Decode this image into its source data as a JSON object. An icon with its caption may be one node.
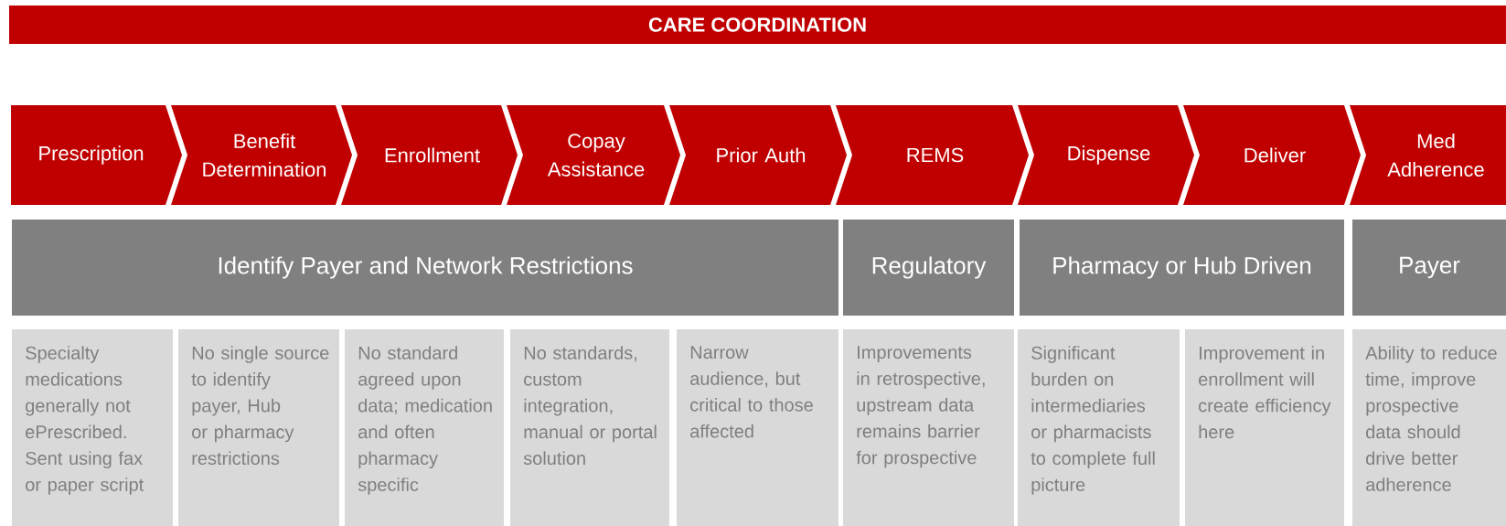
{
  "diagram": {
    "title": "CARE COORDINATION",
    "nodes": [
      {
        "text": [
          "Prescription"
        ]
      },
      {
        "text": [
          "Benefit Determination"
        ]
      },
      {
        "text": [
          "Enrollment"
        ]
      },
      {
        "text": [
          "Copay Assistance"
        ]
      },
      {
        "text": [
          "Prior Auth"
        ]
      },
      {
        "text": [
          "REMS"
        ]
      },
      {
        "text": [
          "Dispense"
        ]
      },
      {
        "text": [
          "Deliver"
        ]
      },
      {
        "text": [
          "Med Adherence"
        ]
      },
      {
        "text": [
          "Identify Payer and Network Restrictions"
        ]
      },
      {
        "text": [
          "Regulatory"
        ]
      },
      {
        "text": [
          "Pharmacy or Hub Driven"
        ]
      },
      {
        "text": [
          "Payer"
        ]
      },
      {
        "text": [
          "Specialty medications generally not ePrescribed. Sent using fax or paper script"
        ]
      },
      {
        "text": [
          "No single source to identify payer, Hub or pharmacy restrictions"
        ]
      },
      {
        "text": [
          "No standard agreed upon data; medication and often pharmacy specific"
        ]
      },
      {
        "text": [
          "No standards, custom integration, manual or portal solution"
        ]
      },
      {
        "text": [
          "Narrow audience, but critical to those affected"
        ]
      },
      {
        "text": [
          "Improvements in retrospective, upstream data remains barrier for prospective"
        ]
      },
      {
        "text": [
          "Significant burden on intermediaries or pharmacists to complete full picture"
        ]
      },
      {
        "text": [
          "Improvement in enrollment will create efficiency here"
        ]
      },
      {
        "text": [
          "Ability to reduce time, improve prospective data should drive better adherence"
        ]
      }
    ],
    "edges": []
  }
}
